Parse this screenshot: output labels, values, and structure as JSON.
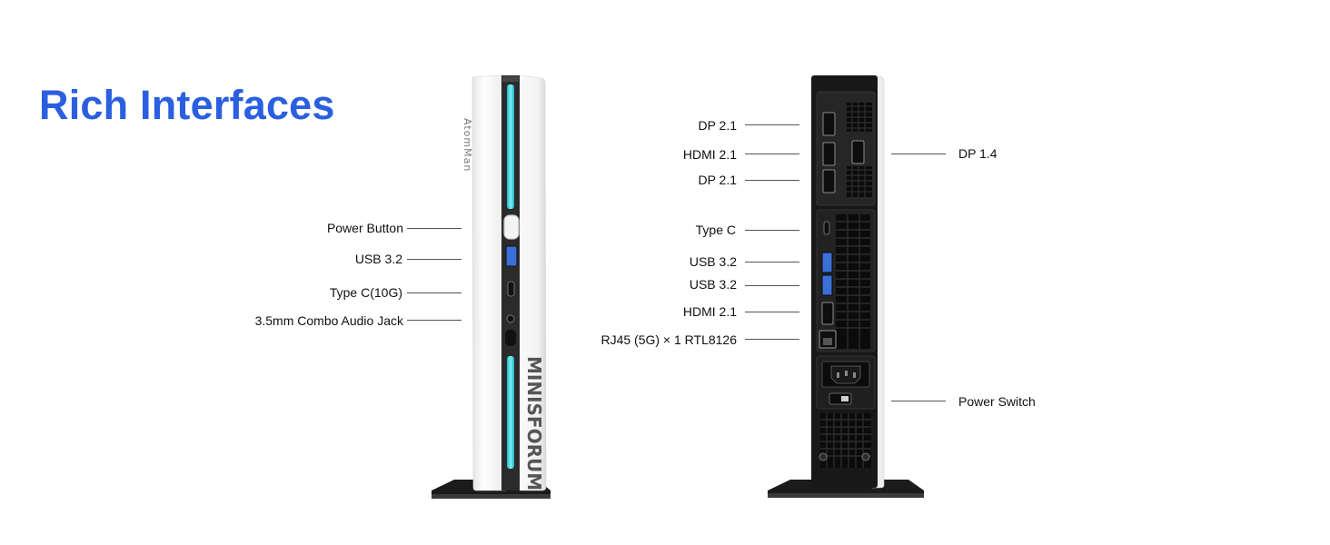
{
  "heading": "Rich Interfaces",
  "front": {
    "brand_side": "AtomMan",
    "brand_front": "MINISFORUM",
    "labels": {
      "power_button": "Power Button",
      "usb32": "USB 3.2",
      "typec": "Type C(10G)",
      "audio": "3.5mm Combo Audio Jack"
    }
  },
  "rear": {
    "labels": {
      "dp21_top": "DP 2.1",
      "hdmi21_top": "HDMI 2.1",
      "dp21_bottom": "DP 2.1",
      "dp14": "DP 1.4",
      "typec": "Type C",
      "usb32_a": "USB 3.2",
      "usb32_b": "USB 3.2",
      "hdmi21_bottom": "HDMI 2.1",
      "rj45": "RJ45 (5G) × 1 RTL8126",
      "power_switch": "Power Switch"
    }
  },
  "colors": {
    "accent": "#2a5fe0",
    "led": "#38d6e0"
  }
}
